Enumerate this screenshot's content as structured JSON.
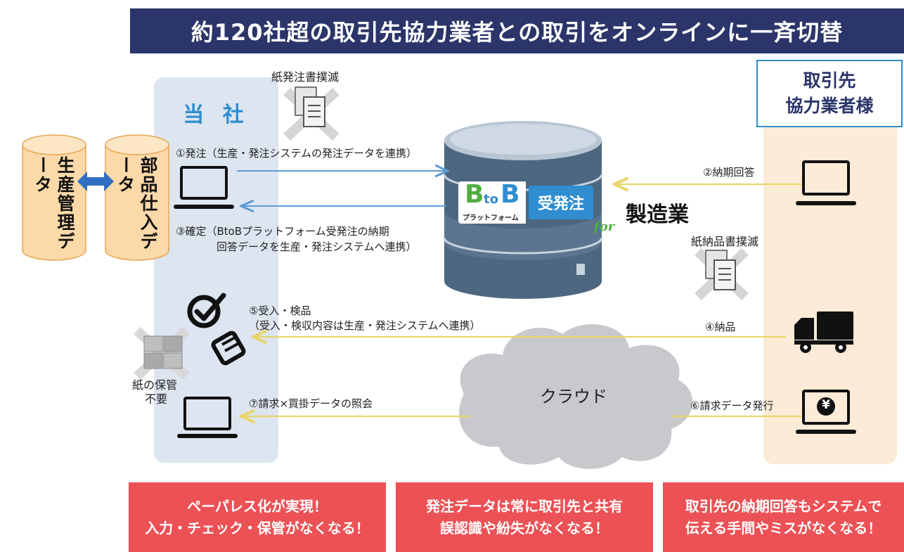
{
  "banner": {
    "title": "約120社超の取引先協力業者との取引をオンラインに一斉切替"
  },
  "company": {
    "title": "当 社"
  },
  "partner": {
    "title_line1": "取引先",
    "title_line2": "協力業者様"
  },
  "databases": {
    "production": "生産管理データ",
    "parts": "部品仕入データ"
  },
  "paper_order": {
    "label": "紙発注書撲滅"
  },
  "paper_delivery": {
    "label": "紙納品書撲滅"
  },
  "paper_storage": {
    "line1": "紙の保管",
    "line2": "不要"
  },
  "platform": {
    "logo_b1": "B",
    "logo_to": "to",
    "logo_b2": "B",
    "logo_sub": "プラットフォーム",
    "logo_order": "受発注",
    "logo_for": "for",
    "industry": "製造業"
  },
  "cloud": {
    "label": "クラウド"
  },
  "steps": {
    "s1": "①発注（生産・発注システムの発注データを連携）",
    "s2": "②納期回答",
    "s3_line1": "③確定（BtoBプラットフォーム受発注の納期",
    "s3_line2": "回答データを生産・発注システムへ連携）",
    "s4": "④納品",
    "s5_line1": "⑤受入・検品",
    "s5_line2": "（受入・検収内容は生産・発注システムへ連携）",
    "s6": "⑥請求データ発行",
    "s7": "⑦請求×買掛データの照会"
  },
  "benefits": [
    {
      "line1": "ペーパレス化が実現！",
      "line2": "入力・チェック・保管がなくなる！"
    },
    {
      "line1": "発注データは常に取引先と共有",
      "line2": "誤認識や紛失がなくなる！"
    },
    {
      "line1": "取引先の納期回答もシステムで",
      "line2": "伝える手間やミスがなくなる！"
    }
  ],
  "colors": {
    "banner_bg": "#2b3569",
    "company_accent": "#2f8dd0",
    "partner_panel": "#fcebd6",
    "arrow_blue": "#5b9bd5",
    "arrow_yellow": "#e8d66a",
    "benefit_bg": "#ec5155",
    "cylinder": "#fcd9a8",
    "btob_green": "#4fae3f"
  },
  "icons": {
    "yen": "¥"
  }
}
